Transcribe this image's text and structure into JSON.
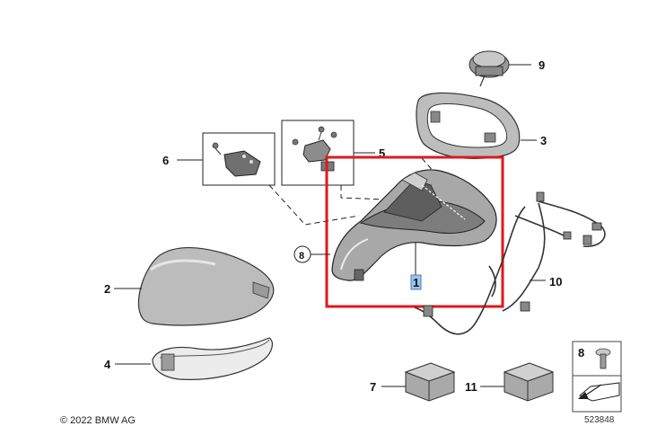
{
  "diagram": {
    "callouts": {
      "c1": "1",
      "c2": "2",
      "c3": "3",
      "c4": "4",
      "c5": "5",
      "c6": "6",
      "c7": "7",
      "c8": "8",
      "c9": "9",
      "c10": "10",
      "c11": "11"
    },
    "legend_screw_number": "8",
    "copyright": "© 2022 BMW AG",
    "document_number": "523848"
  },
  "colors": {
    "highlight_box": "#e0181e",
    "selected_label_bg": "#9cc3ea",
    "part_fill": "#b9b9b9",
    "part_stroke": "#333333"
  }
}
